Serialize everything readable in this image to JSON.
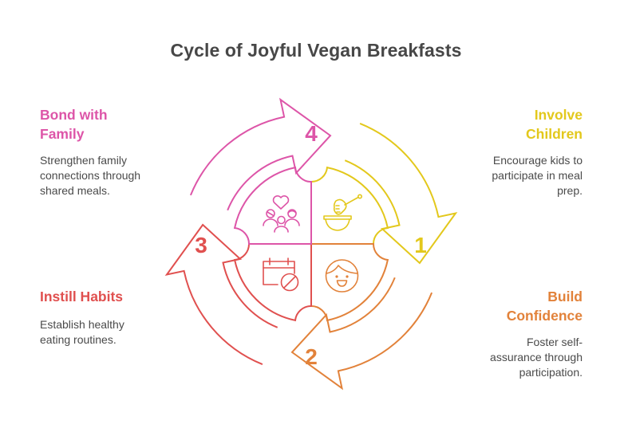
{
  "title": "Cycle of Joyful Vegan Breakfasts",
  "colors": {
    "step1": "#E3C81C",
    "step2": "#E2823A",
    "step3": "#E0504F",
    "step4": "#DD55A8",
    "title": "#474747",
    "body_text": "#4a4a4a"
  },
  "steps": [
    {
      "number": "1",
      "heading_line1": "Involve",
      "heading_line2": "Children",
      "description": [
        "Encourage kids to",
        "participate in meal",
        "prep."
      ],
      "icon": "honey-dipper-bowl-icon"
    },
    {
      "number": "2",
      "heading_line1": "Build",
      "heading_line2": "Confidence",
      "description": [
        "Foster self-",
        "assurance through",
        "participation."
      ],
      "icon": "smiling-child-face-icon"
    },
    {
      "number": "3",
      "heading_line1": "Instill Habits",
      "heading_line2": "",
      "description": [
        "Establish healthy",
        "eating routines."
      ],
      "icon": "calendar-no-icon"
    },
    {
      "number": "4",
      "heading_line1": "Bond with",
      "heading_line2": "Family",
      "description": [
        "Strengthen family",
        "connections through",
        "shared meals."
      ],
      "icon": "family-heart-icon"
    }
  ]
}
